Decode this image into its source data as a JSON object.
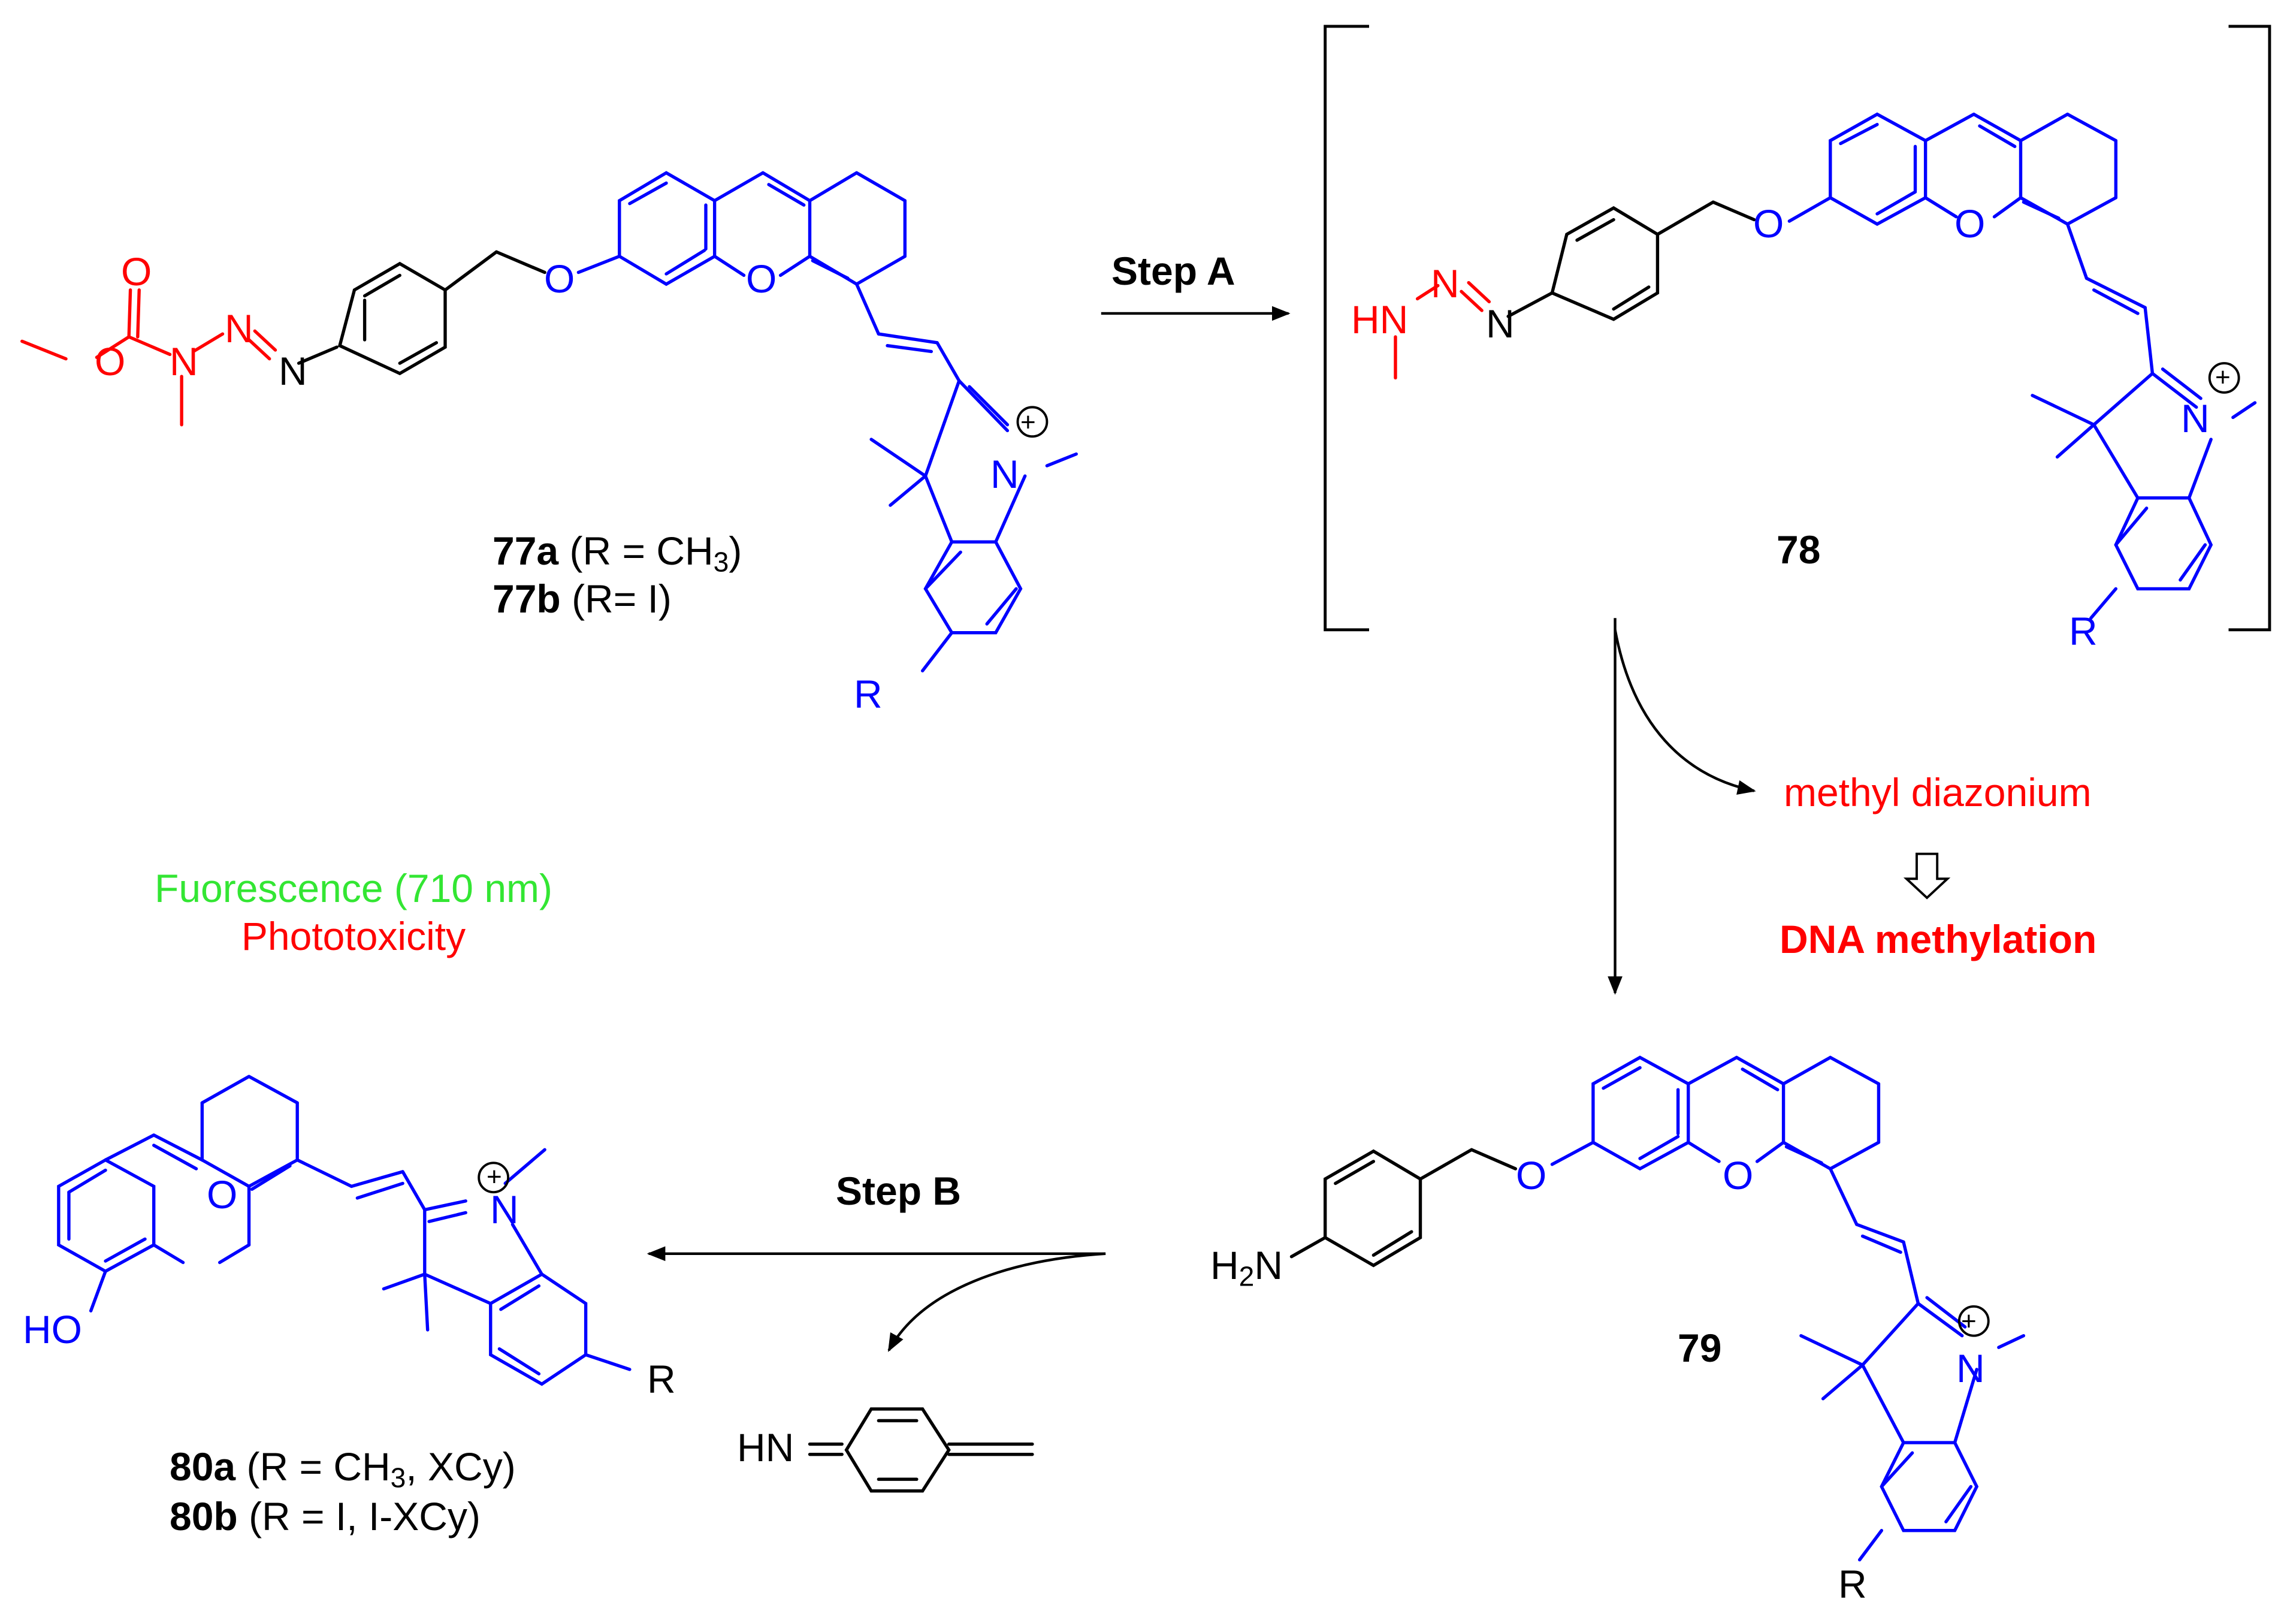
{
  "colors": {
    "dye": "#0000ff",
    "trigger": "#ff0000",
    "fluorescence": "#33e633",
    "text": "#000000"
  },
  "labels": {
    "c77a_num": "77a",
    "c77a_text": " (R = CH",
    "c77a_sub": "3",
    "c77a_close": ")",
    "c77b_num": "77b",
    "c77b_text": " (R= I)",
    "c78": "78",
    "c79": "79",
    "c80a_num": "80a",
    "c80a_text": " (R = CH",
    "c80a_sub": "3",
    "c80a_close": ", XCy)",
    "c80b_num": "80b",
    "c80b_text": " (R = I, I-XCy)"
  },
  "steps": {
    "step_a": "Step A",
    "step_b": "Step B"
  },
  "products": {
    "methyl_diazonium": "methyl diazonium",
    "dna": "DNA methylation"
  },
  "properties": {
    "fluorescence": "Fuorescence (710 nm)",
    "phototoxicity": "Phototoxicity"
  },
  "atoms": {
    "O": "O",
    "N": "N",
    "R": "R",
    "HN": "HN",
    "H": "H",
    "two": "2",
    "HO": "HO",
    "plus": "+"
  }
}
